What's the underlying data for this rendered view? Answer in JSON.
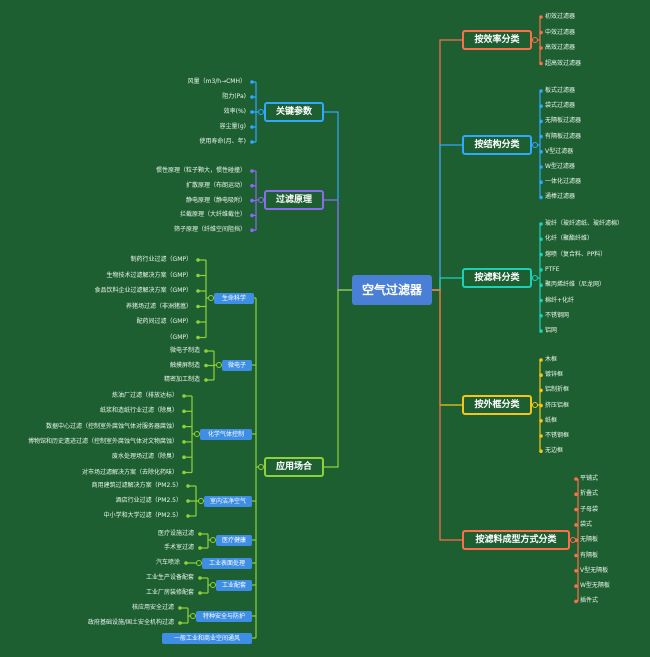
{
  "center": {
    "label": "空气过滤器",
    "color": "#4a7fd6"
  },
  "right": [
    {
      "label": "按效率分类",
      "color": "#ff6e4a",
      "items": [
        "初效过滤器",
        "中效过滤器",
        "高效过滤器",
        "超高效过滤器"
      ]
    },
    {
      "label": "按结构分类",
      "color": "#2fa8ff",
      "items": [
        "板式过滤器",
        "袋式过滤器",
        "无隔板过滤器",
        "有隔板过滤器",
        "V型过滤器",
        "W型过滤器",
        "一体化过滤器",
        "通棒过滤器"
      ]
    },
    {
      "label": "按滤料分类",
      "color": "#1dd1b8",
      "items": [
        "玻纤（玻纤滤纸、玻纤滤棉）",
        "化纤（聚酯纤维）",
        "熔喷（复合料、PP料）",
        "PTFE",
        "聚丙烯纤维（尼龙网）",
        "棉纤+化纤",
        "不锈钢网",
        "铝网"
      ]
    },
    {
      "label": "按外框分类",
      "color": "#f5c518",
      "items": [
        "木框",
        "镀锌框",
        "铝制折框",
        "挤压铝框",
        "纸框",
        "不锈钢框",
        "无边框"
      ]
    },
    {
      "label": "按滤料成型方式分类",
      "color": "#ff6e4a",
      "items": [
        "平铺式",
        "折叠式",
        "子母袋",
        "袋式",
        "无隔板",
        "有隔板",
        "V型无隔板",
        "W型无隔板",
        "插件式"
      ]
    }
  ],
  "left": [
    {
      "label": "关键参数",
      "color": "#2fa8ff",
      "items": [
        "风量（m3/h→CMH）",
        "阻力(Pa)",
        "效率(%)",
        "容尘量(g)",
        "使用寿命(月、年)"
      ]
    },
    {
      "label": "过滤原理",
      "color": "#8a6cf0",
      "items": [
        "惯性原理（粒子颗大，惯性碰撞）",
        "扩散原理（布朗运动）",
        "静电原理（静电吸附）",
        "拦截原理（大纤维截住）",
        "筛子原理（纤维空间阻挡）"
      ]
    },
    {
      "label": "应用场合",
      "color": "#8fd13b",
      "groups": [
        {
          "label": "生命科学",
          "items": [
            "制药行业过滤（GMP）",
            "生物技术过滤解决方案（GMP）",
            "食品饮料企业过滤解决方案（GMP）",
            "养猪场过滤（非洲猪瘟）",
            "配药间过滤（GMP）",
            "（GMP）"
          ]
        },
        {
          "label": "微电子",
          "items": [
            "微电子制造",
            "触摸屏制造",
            "精密加工制造"
          ]
        },
        {
          "label": "化学气体控制",
          "items": [
            "炼油厂过滤（排放达标）",
            "纸浆和造纸行业过滤（除臭）",
            "数据中心过滤（控制室外腐蚀气体对服务器腐蚀）",
            "博物馆和历史遗迹过滤（控制室外腐蚀气体对文物腐蚀）",
            "废水处理场过滤（除臭）",
            "对市场过滤解决方案（去除化药味）"
          ]
        },
        {
          "label": "室内洁净空气",
          "items": [
            "商用建筑过滤解决方案（PM2.5）",
            "酒店行业过滤（PM2.5）",
            "中小学和大学过滤（PM2.5）"
          ]
        },
        {
          "label": "医疗健康",
          "items": [
            "医疗设施过滤",
            "手术室过滤"
          ]
        },
        {
          "label": "工业表面处理",
          "items": [
            "汽车喷涂"
          ]
        },
        {
          "label": "工业配套",
          "items": [
            "工业生产设备配套",
            "工业厂房装修配套"
          ]
        },
        {
          "label": "特种安全与防护",
          "items": [
            "核应用安全过滤",
            "政府基础设施/国土安全机构过滤"
          ]
        },
        {
          "label": "一般工业和商业空间通风",
          "items": []
        }
      ]
    }
  ]
}
